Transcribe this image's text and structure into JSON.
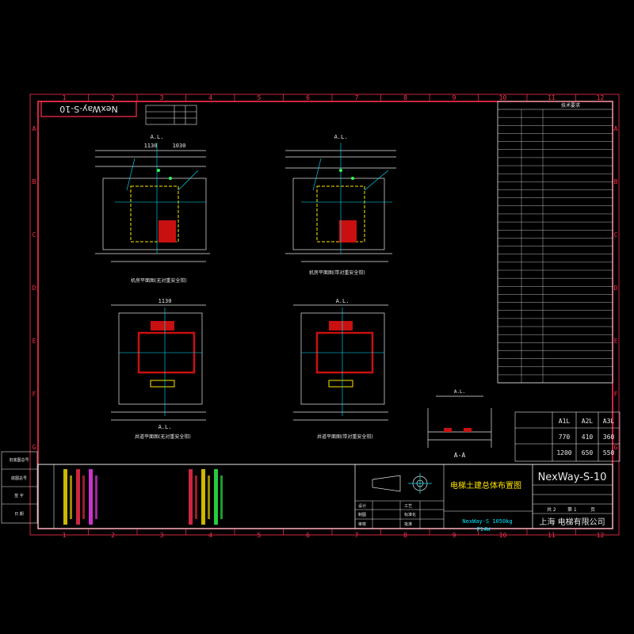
{
  "drawing": {
    "model_title": "NexWay-S-10",
    "title_cjk": "电梯土建总体布置图",
    "company": "上海      电梯有限公司",
    "spec_line1": "NexWay-S 1050kg",
    "spec_line2": "P14W",
    "stamp_top": "NexWay-S-10",
    "section_label": "A-A",
    "tech_table_title": "技术要求",
    "sheet_info": [
      "共 2",
      "第 1",
      "页"
    ],
    "sign_labels": [
      "设计",
      "制图",
      "审核",
      "工艺",
      "标准化",
      "批准"
    ],
    "left_stamp_labels": [
      "旧底图总号",
      "底图总号",
      "签 字",
      "日 期"
    ],
    "dim_AL": "A.L.",
    "dim_1130": "1130",
    "dim_1030": "1030"
  },
  "grid": {
    "columns": [
      "1",
      "2",
      "3",
      "4",
      "5",
      "6",
      "7",
      "8",
      "9",
      "10",
      "11",
      "12"
    ],
    "rows": [
      "A",
      "B",
      "C",
      "D",
      "E",
      "F",
      "G"
    ]
  },
  "view_labels": [
    "机房平面图(无对重安全钳)",
    "机房平面图(带对重安全钳)",
    "井道平面图(无对重安全钳)",
    "井道平面图(带对重安全钳)"
  ],
  "aa_table": {
    "headers": [
      "A1L",
      "A2L",
      "A3L"
    ],
    "rows": [
      [
        "770",
        "410",
        "360"
      ],
      [
        "1200",
        "650",
        "550"
      ]
    ]
  },
  "colors": {
    "background": "#000000",
    "frame": "#ff3050",
    "cyan": "#00e5ff",
    "white": "#e8e8e8",
    "yellow": "#ffe600",
    "magenta": "#ff40ff",
    "green": "#30ff50",
    "red_fill": "#c81010"
  }
}
